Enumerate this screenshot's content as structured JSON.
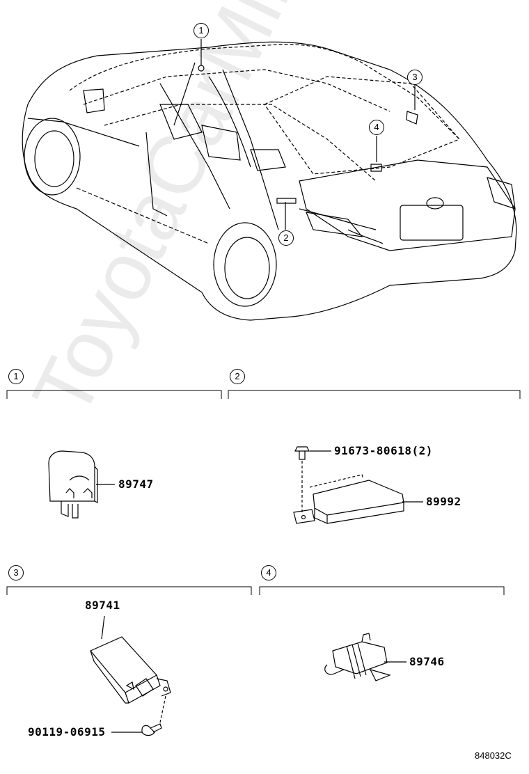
{
  "watermark": "ToyotaCarMine.ru",
  "diagram_code": "848032C",
  "callouts": {
    "c1": "1",
    "c2": "2",
    "c3": "3",
    "c4": "4"
  },
  "sections": [
    {
      "number": "1",
      "parts": [
        "89747"
      ]
    },
    {
      "number": "2",
      "parts": [
        "91673-80618(2)",
        "89992"
      ]
    },
    {
      "number": "3",
      "parts": [
        "89741",
        "90119-06915"
      ]
    },
    {
      "number": "4",
      "parts": [
        "89746"
      ]
    }
  ],
  "colors": {
    "line": "#000000",
    "watermark": "#000000"
  }
}
